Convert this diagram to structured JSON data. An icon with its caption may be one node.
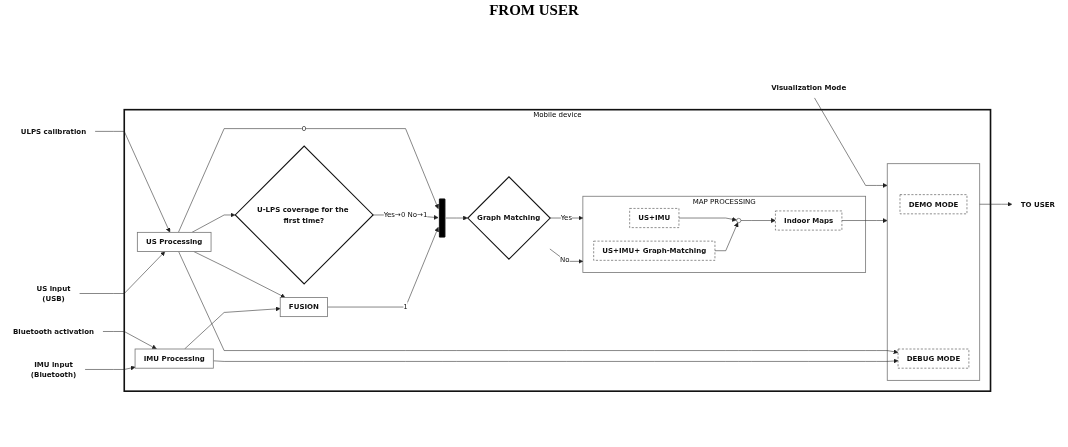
{
  "diagram": {
    "nodes": [
      {
        "text": [
          "Mobile device"
        ]
      },
      {
        "text": [
          "ULPS calibration"
        ]
      },
      {
        "text": [
          "Bluetooth activation"
        ]
      },
      {
        "text": [
          "Visualization Mode"
        ]
      },
      {
        "text": [
          "US input",
          "(USB)"
        ]
      },
      {
        "text": [
          "IMU input",
          "(Bluetooth)"
        ]
      },
      {
        "text": [
          "US Processing"
        ],
        "in": 0
      },
      {
        "text": [
          "IMU Processing"
        ],
        "in": 0
      },
      {
        "text": [
          "U-LPS coverage for the first time?"
        ],
        "in": 0
      },
      {
        "text": [
          "FUSION"
        ],
        "in": 0
      },
      {
        "text": [],
        "shape": "bar",
        "in": 0
      },
      {
        "text": [
          "Graph Matching"
        ],
        "in": 0
      },
      {
        "text": [
          "MAP PROCESSING"
        ],
        "in": 0
      },
      {
        "text": [
          "US+IMU"
        ],
        "in": 12
      },
      {
        "text": [],
        "shape": "circle",
        "in": 12
      },
      {
        "text": [
          "Indoor Maps"
        ],
        "in": 12
      },
      {
        "text": [
          "US+IMU+ Graph-Matching"
        ],
        "in": 12
      },
      {
        "text": [],
        "shape": "box",
        "in": 0
      },
      {
        "text": [
          "DEMO MODE"
        ],
        "in": 17
      },
      {
        "text": [
          "DEBUG MODE"
        ],
        "in": 17
      },
      {
        "text": [
          "TO USER"
        ]
      }
    ],
    "edges": [
      {
        "from": 1,
        "to": 6,
        "arrow": "to"
      },
      {
        "from": 2,
        "to": 7,
        "arrow": "to"
      },
      {
        "from": 3,
        "to": 17,
        "arrow": "to"
      },
      {
        "from": 4,
        "to": 6,
        "arrow": "to"
      },
      {
        "from": 5,
        "to": 7,
        "arrow": "to"
      },
      {
        "from": 6,
        "to": 10,
        "arrow": "to",
        "label": "0"
      },
      {
        "from": 6,
        "to": 9,
        "arrow": "to"
      },
      {
        "from": 6,
        "to": 8,
        "arrow": "to"
      },
      {
        "from": 6,
        "to": 19,
        "arrow": "to"
      },
      {
        "from": 7,
        "to": 9,
        "arrow": "to"
      },
      {
        "from": 7,
        "to": 19,
        "arrow": "to"
      },
      {
        "from": 8,
        "to": 10,
        "arrow": "to",
        "label": "Yes→0 No→1"
      },
      {
        "from": 9,
        "to": 10,
        "arrow": "to",
        "label": "1"
      },
      {
        "from": 10,
        "to": 11,
        "arrow": "to"
      },
      {
        "from": 11,
        "to": 12,
        "arrow": "to",
        "label": "Yes"
      },
      {
        "from": 11,
        "to": 12,
        "arrow": "to",
        "label": "No"
      },
      {
        "from": 13,
        "to": 14,
        "arrow": "to"
      },
      {
        "from": 16,
        "to": 14,
        "arrow": "to"
      },
      {
        "from": 14,
        "to": 15,
        "arrow": "to"
      },
      {
        "from": 15,
        "to": 17,
        "arrow": "to"
      },
      {
        "from": 17,
        "to": 20,
        "arrow": "to"
      }
    ],
    "labels": [
      "FROM USER"
    ]
  }
}
